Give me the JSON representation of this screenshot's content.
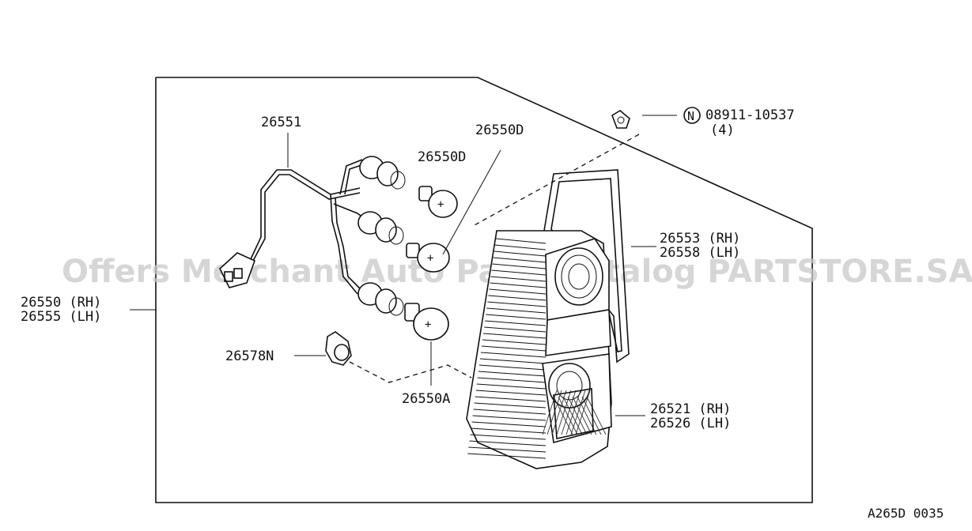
{
  "watermark": "Offers Merchant Auto Parts Catalog PARTSTORE.SA",
  "figure_code": "A265D 0035",
  "callouts": {
    "harness": "26551",
    "bulb_d_top": "26550D",
    "bulb_d_mid": "26550D",
    "clip_part": "08911-10537",
    "clip_qty": "(4)",
    "assembly_rh": "26550 (RH)",
    "assembly_lh": "26555 (LH)",
    "gasket_rh": "26553 (RH)",
    "gasket_lh": "26558 (LH)",
    "grommet": "26578N",
    "bulb_a": "26550A",
    "lens_rh": "26521 (RH)",
    "lens_lh": "26526 (LH)"
  },
  "symbols": {
    "nut_marker": "N"
  },
  "icons": {
    "clip": "clip-icon",
    "socket": "bulb-socket-icon",
    "bulb": "bulb-icon",
    "grommet": "grommet-icon",
    "connector": "connector-icon",
    "lamp": "tail-lamp-icon"
  }
}
